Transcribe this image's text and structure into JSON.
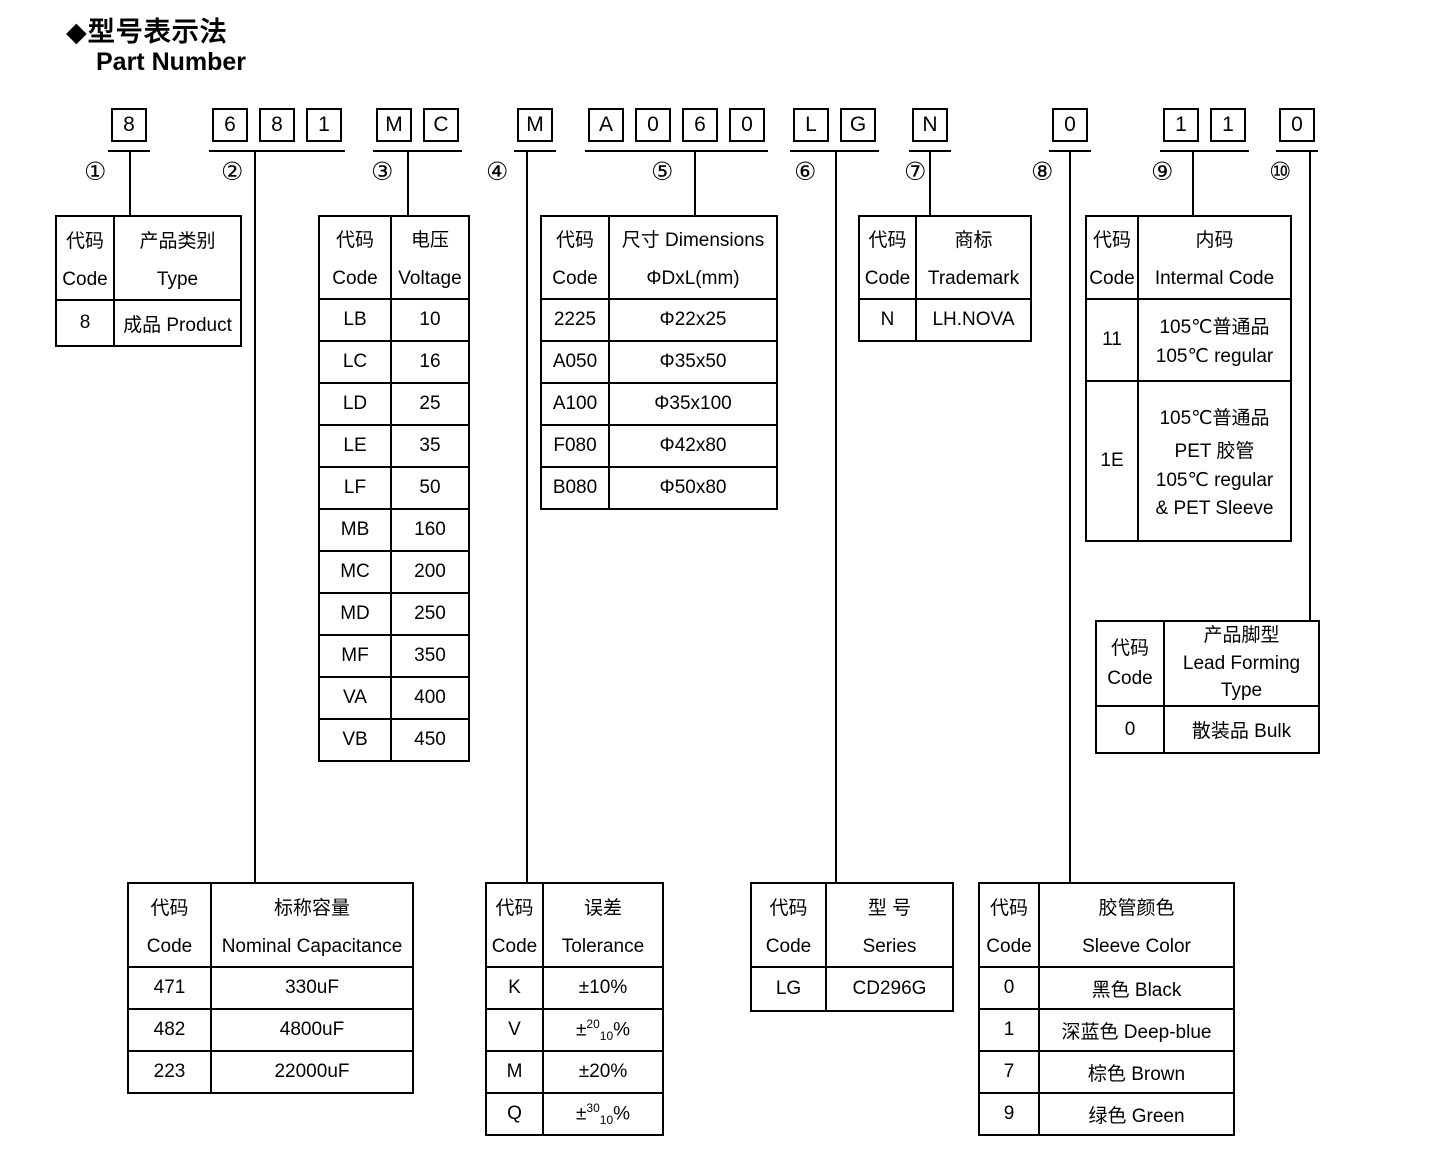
{
  "title": {
    "zh": "◆型号表示法",
    "en": "Part Number"
  },
  "part_number": {
    "groups": [
      {
        "marker": "①",
        "chars": [
          "8"
        ]
      },
      {
        "marker": "②",
        "chars": [
          "6",
          "8",
          "1"
        ]
      },
      {
        "marker": "③",
        "chars": [
          "M",
          "C"
        ]
      },
      {
        "marker": "④",
        "chars": [
          "M"
        ]
      },
      {
        "marker": "⑤",
        "chars": [
          "A",
          "0",
          "6",
          "0"
        ]
      },
      {
        "marker": "⑥",
        "chars": [
          "L",
          "G"
        ]
      },
      {
        "marker": "⑦",
        "chars": [
          "N"
        ]
      },
      {
        "marker": "⑧",
        "chars": [
          "0"
        ]
      },
      {
        "marker": "⑨",
        "chars": [
          "1",
          "1"
        ]
      },
      {
        "marker": "⑩",
        "chars": [
          "0"
        ]
      }
    ]
  },
  "tables": {
    "product_type": {
      "header": {
        "code_zh": "代码",
        "code_en": "Code",
        "val_zh": "产品类别",
        "val_en": "Type"
      },
      "rows": [
        {
          "code": "8",
          "value": "成品 Product"
        }
      ]
    },
    "voltage": {
      "header": {
        "code_zh": "代码",
        "code_en": "Code",
        "val_zh": "电压",
        "val_en": "Voltage"
      },
      "rows": [
        {
          "code": "LB",
          "value": "10"
        },
        {
          "code": "LC",
          "value": "16"
        },
        {
          "code": "LD",
          "value": "25"
        },
        {
          "code": "LE",
          "value": "35"
        },
        {
          "code": "LF",
          "value": "50"
        },
        {
          "code": "MB",
          "value": "160"
        },
        {
          "code": "MC",
          "value": "200"
        },
        {
          "code": "MD",
          "value": "250"
        },
        {
          "code": "MF",
          "value": "350"
        },
        {
          "code": "VA",
          "value": "400"
        },
        {
          "code": "VB",
          "value": "450"
        }
      ]
    },
    "dimensions": {
      "header": {
        "code_zh": "代码",
        "code_en": "Code",
        "val_zh": "尺寸 Dimensions",
        "val_en": "ΦDxL(mm)"
      },
      "rows": [
        {
          "code": "2225",
          "value": "Φ22x25"
        },
        {
          "code": "A050",
          "value": "Φ35x50"
        },
        {
          "code": "A100",
          "value": "Φ35x100"
        },
        {
          "code": "F080",
          "value": "Φ42x80"
        },
        {
          "code": "B080",
          "value": "Φ50x80"
        }
      ]
    },
    "trademark": {
      "header": {
        "code_zh": "代码",
        "code_en": "Code",
        "val_zh": "商标",
        "val_en": "Trademark"
      },
      "rows": [
        {
          "code": "N",
          "value": "LH.NOVA"
        }
      ]
    },
    "internal_code": {
      "header": {
        "code_zh": "代码",
        "code_en": "Code",
        "val_zh": "内码",
        "val_en": "Intermal Code"
      },
      "rows": [
        {
          "code": "11",
          "lines": [
            "105℃普通品",
            "105℃ regular"
          ]
        },
        {
          "code": "1E",
          "lines": [
            "105℃普通品",
            "PET 胶管",
            "105℃ regular",
            "& PET Sleeve"
          ]
        }
      ]
    },
    "lead_forming": {
      "header": {
        "code_zh": "代码",
        "code_en": "Code",
        "val_lines": [
          "产品脚型",
          "Lead Forming",
          "Type"
        ]
      },
      "rows": [
        {
          "code": "0",
          "value": "散装品 Bulk"
        }
      ]
    },
    "capacitance": {
      "header": {
        "code_zh": "代码",
        "code_en": "Code",
        "val_zh": "标称容量",
        "val_en": "Nominal Capacitance"
      },
      "rows": [
        {
          "code": "471",
          "value": "330uF"
        },
        {
          "code": "482",
          "value": "4800uF"
        },
        {
          "code": "223",
          "value": "22000uF"
        }
      ]
    },
    "tolerance": {
      "header": {
        "code_zh": "代码",
        "code_en": "Code",
        "val_zh": "误差",
        "val_en": "Tolerance"
      },
      "rows": [
        {
          "code": "K",
          "value": "±10%"
        },
        {
          "code": "V",
          "pm": "±",
          "sup": "20",
          "sub": "10",
          "pct": "%"
        },
        {
          "code": "M",
          "value": "±20%"
        },
        {
          "code": "Q",
          "pm": "±",
          "sup": "30",
          "sub": "10",
          "pct": "%"
        }
      ]
    },
    "series": {
      "header": {
        "code_zh": "代码",
        "code_en": "Code",
        "val_zh": "型 号",
        "val_en": "Series"
      },
      "rows": [
        {
          "code": "LG",
          "value": "CD296G"
        }
      ]
    },
    "sleeve_color": {
      "header": {
        "code_zh": "代码",
        "code_en": "Code",
        "val_zh": "胶管颜色",
        "val_en": "Sleeve Color"
      },
      "rows": [
        {
          "code": "0",
          "value": "黑色 Black"
        },
        {
          "code": "1",
          "value": "深蓝色 Deep-blue"
        },
        {
          "code": "7",
          "value": "棕色 Brown"
        },
        {
          "code": "9",
          "value": "绿色 Green"
        }
      ]
    }
  }
}
